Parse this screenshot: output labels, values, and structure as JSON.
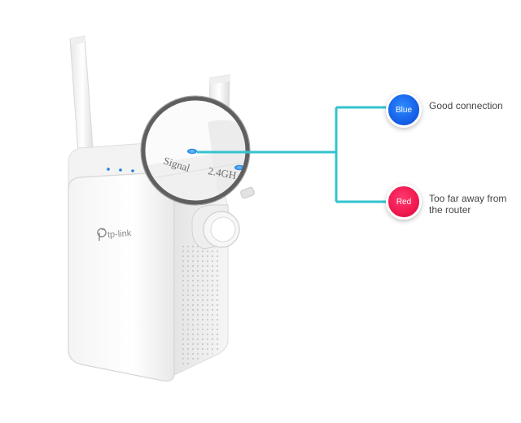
{
  "product": {
    "brand_text": "tp-link",
    "led_labels": {
      "signal": "Signal",
      "band": "2.4GH"
    }
  },
  "legend": {
    "blue": {
      "badge_label": "Blue",
      "description": "Good connection",
      "color": "#1561e8"
    },
    "red": {
      "badge_label": "Red",
      "description": "Too far away from the router",
      "color": "#f0184f"
    }
  },
  "connector_color": "#33c3cf"
}
